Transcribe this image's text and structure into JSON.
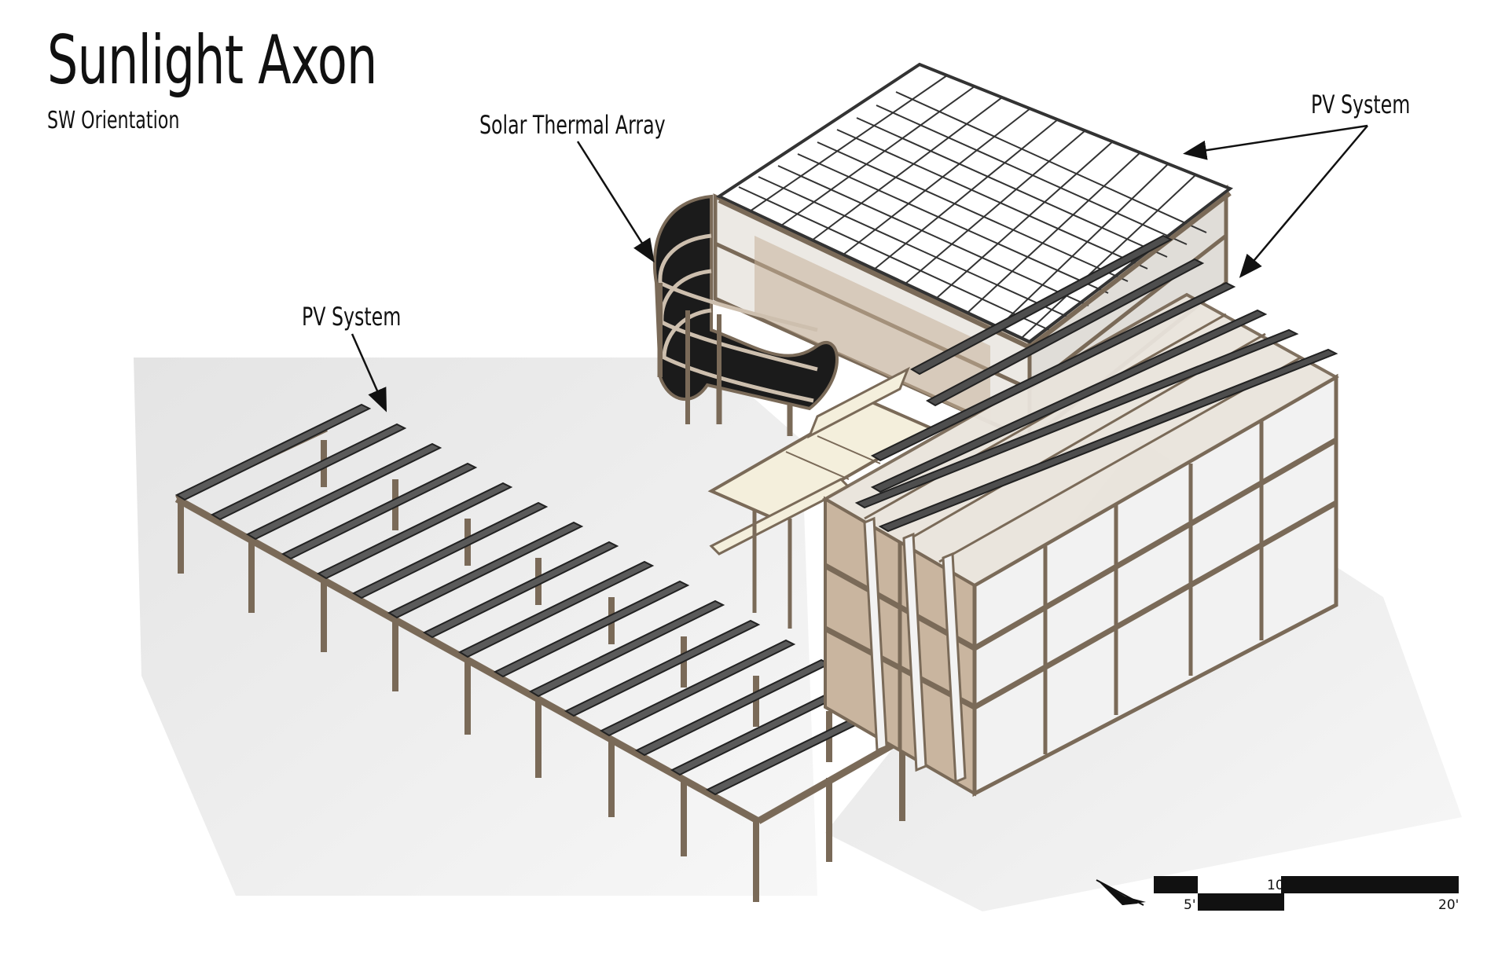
{
  "title": "Sunlight Axon",
  "subtitle": "SW Orientation",
  "callouts": {
    "solar_thermal": "Solar Thermal Array",
    "pv_right": "PV System",
    "pv_left": "PV System"
  },
  "scale_bar": {
    "labels": [
      "5'",
      "10'",
      "20'"
    ]
  },
  "colors": {
    "frame": "#7a6a58",
    "panel": "#f2f2f2",
    "interior": "#b8a28a",
    "deck": "#f4efdc",
    "shadow": "#d6d6d6",
    "ink": "#111111"
  },
  "icons": [
    "north-arrow-icon"
  ]
}
